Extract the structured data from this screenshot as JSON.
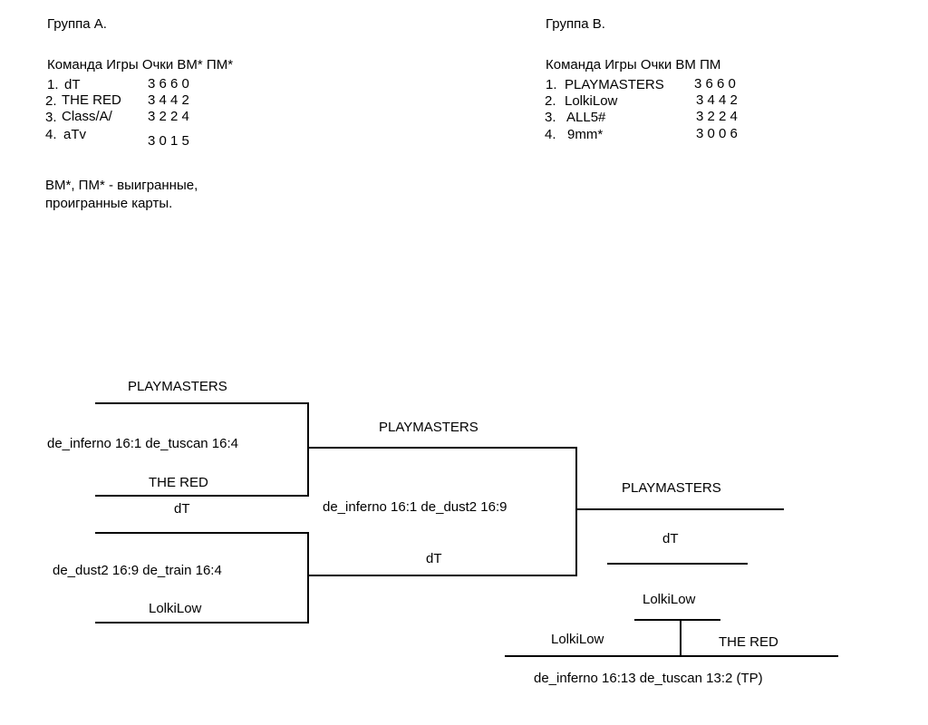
{
  "groups": [
    {
      "title": "Группа А.",
      "header": "Команда Игры Очки ВМ* ПМ*",
      "rows": [
        {
          "rank": "1.",
          "team": "dT",
          "stats": "3 6 6 0"
        },
        {
          "rank": "2.",
          "team": "THE RED",
          "stats": "3 4 4 2"
        },
        {
          "rank": "3.",
          "team": "Class/A/",
          "stats": "3 2 2 4"
        },
        {
          "rank": "4.",
          "team": "aTv",
          "stats": "3 0 1 5"
        }
      ],
      "note_line1": "ВМ*, ПМ* - выигранные,",
      "note_line2": "проигранные карты."
    },
    {
      "title": "Группа B.",
      "header": "Команда Игры Очки ВМ ПМ",
      "rows": [
        {
          "rank": "1.",
          "team": "PLAYMASTERS",
          "stats": "3 6 6 0"
        },
        {
          "rank": "2.",
          "team": "LolkiLow",
          "stats": "3 4 4 2"
        },
        {
          "rank": "3.",
          "team": "ALL5#",
          "stats": "3 2 2 4"
        },
        {
          "rank": "4.",
          "team": "9mm*",
          "stats": "3 0 0 6"
        }
      ]
    }
  ],
  "bracket": {
    "quarterfinals": [
      {
        "top_team": "PLAYMASTERS",
        "bottom_team": "THE RED",
        "score": "de_inferno 16:1 de_tuscan 16:4"
      },
      {
        "top_team": "dT",
        "bottom_team": "LolkiLow",
        "score": "de_dust2 16:9 de_train 16:4"
      }
    ],
    "semifinal": {
      "top_team": "PLAYMASTERS",
      "bottom_team": "dT",
      "score": "de_inferno 16:1 de_dust2 16:9"
    },
    "final": {
      "top_team": "PLAYMASTERS",
      "bottom_team": "dT"
    },
    "third_place": {
      "winner": "LolkiLow",
      "left_team": "LolkiLow",
      "right_team": "THE RED",
      "score": "de_inferno 16:13 de_tuscan 13:2 (TP)"
    }
  },
  "colors": {
    "ink": "#000000",
    "paper": "#ffffff"
  }
}
